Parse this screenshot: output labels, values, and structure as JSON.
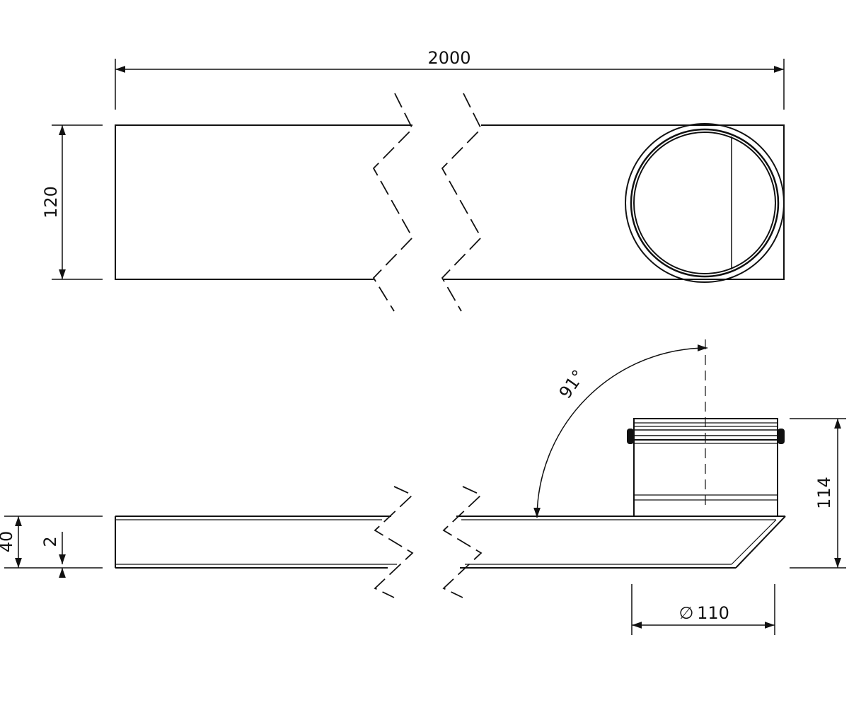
{
  "drawing": {
    "type": "technical-drawing",
    "line_color": "#111111",
    "background": "#ffffff",
    "views": [
      "top-view",
      "side-view"
    ],
    "dimensions": {
      "overall_length": "2000",
      "top_width": "120",
      "side_height": "40",
      "wall_thickness": "2",
      "outlet_height": "114",
      "outlet_diameter": "110",
      "outlet_diameter_symbol": "∅",
      "angle": "91°"
    }
  }
}
